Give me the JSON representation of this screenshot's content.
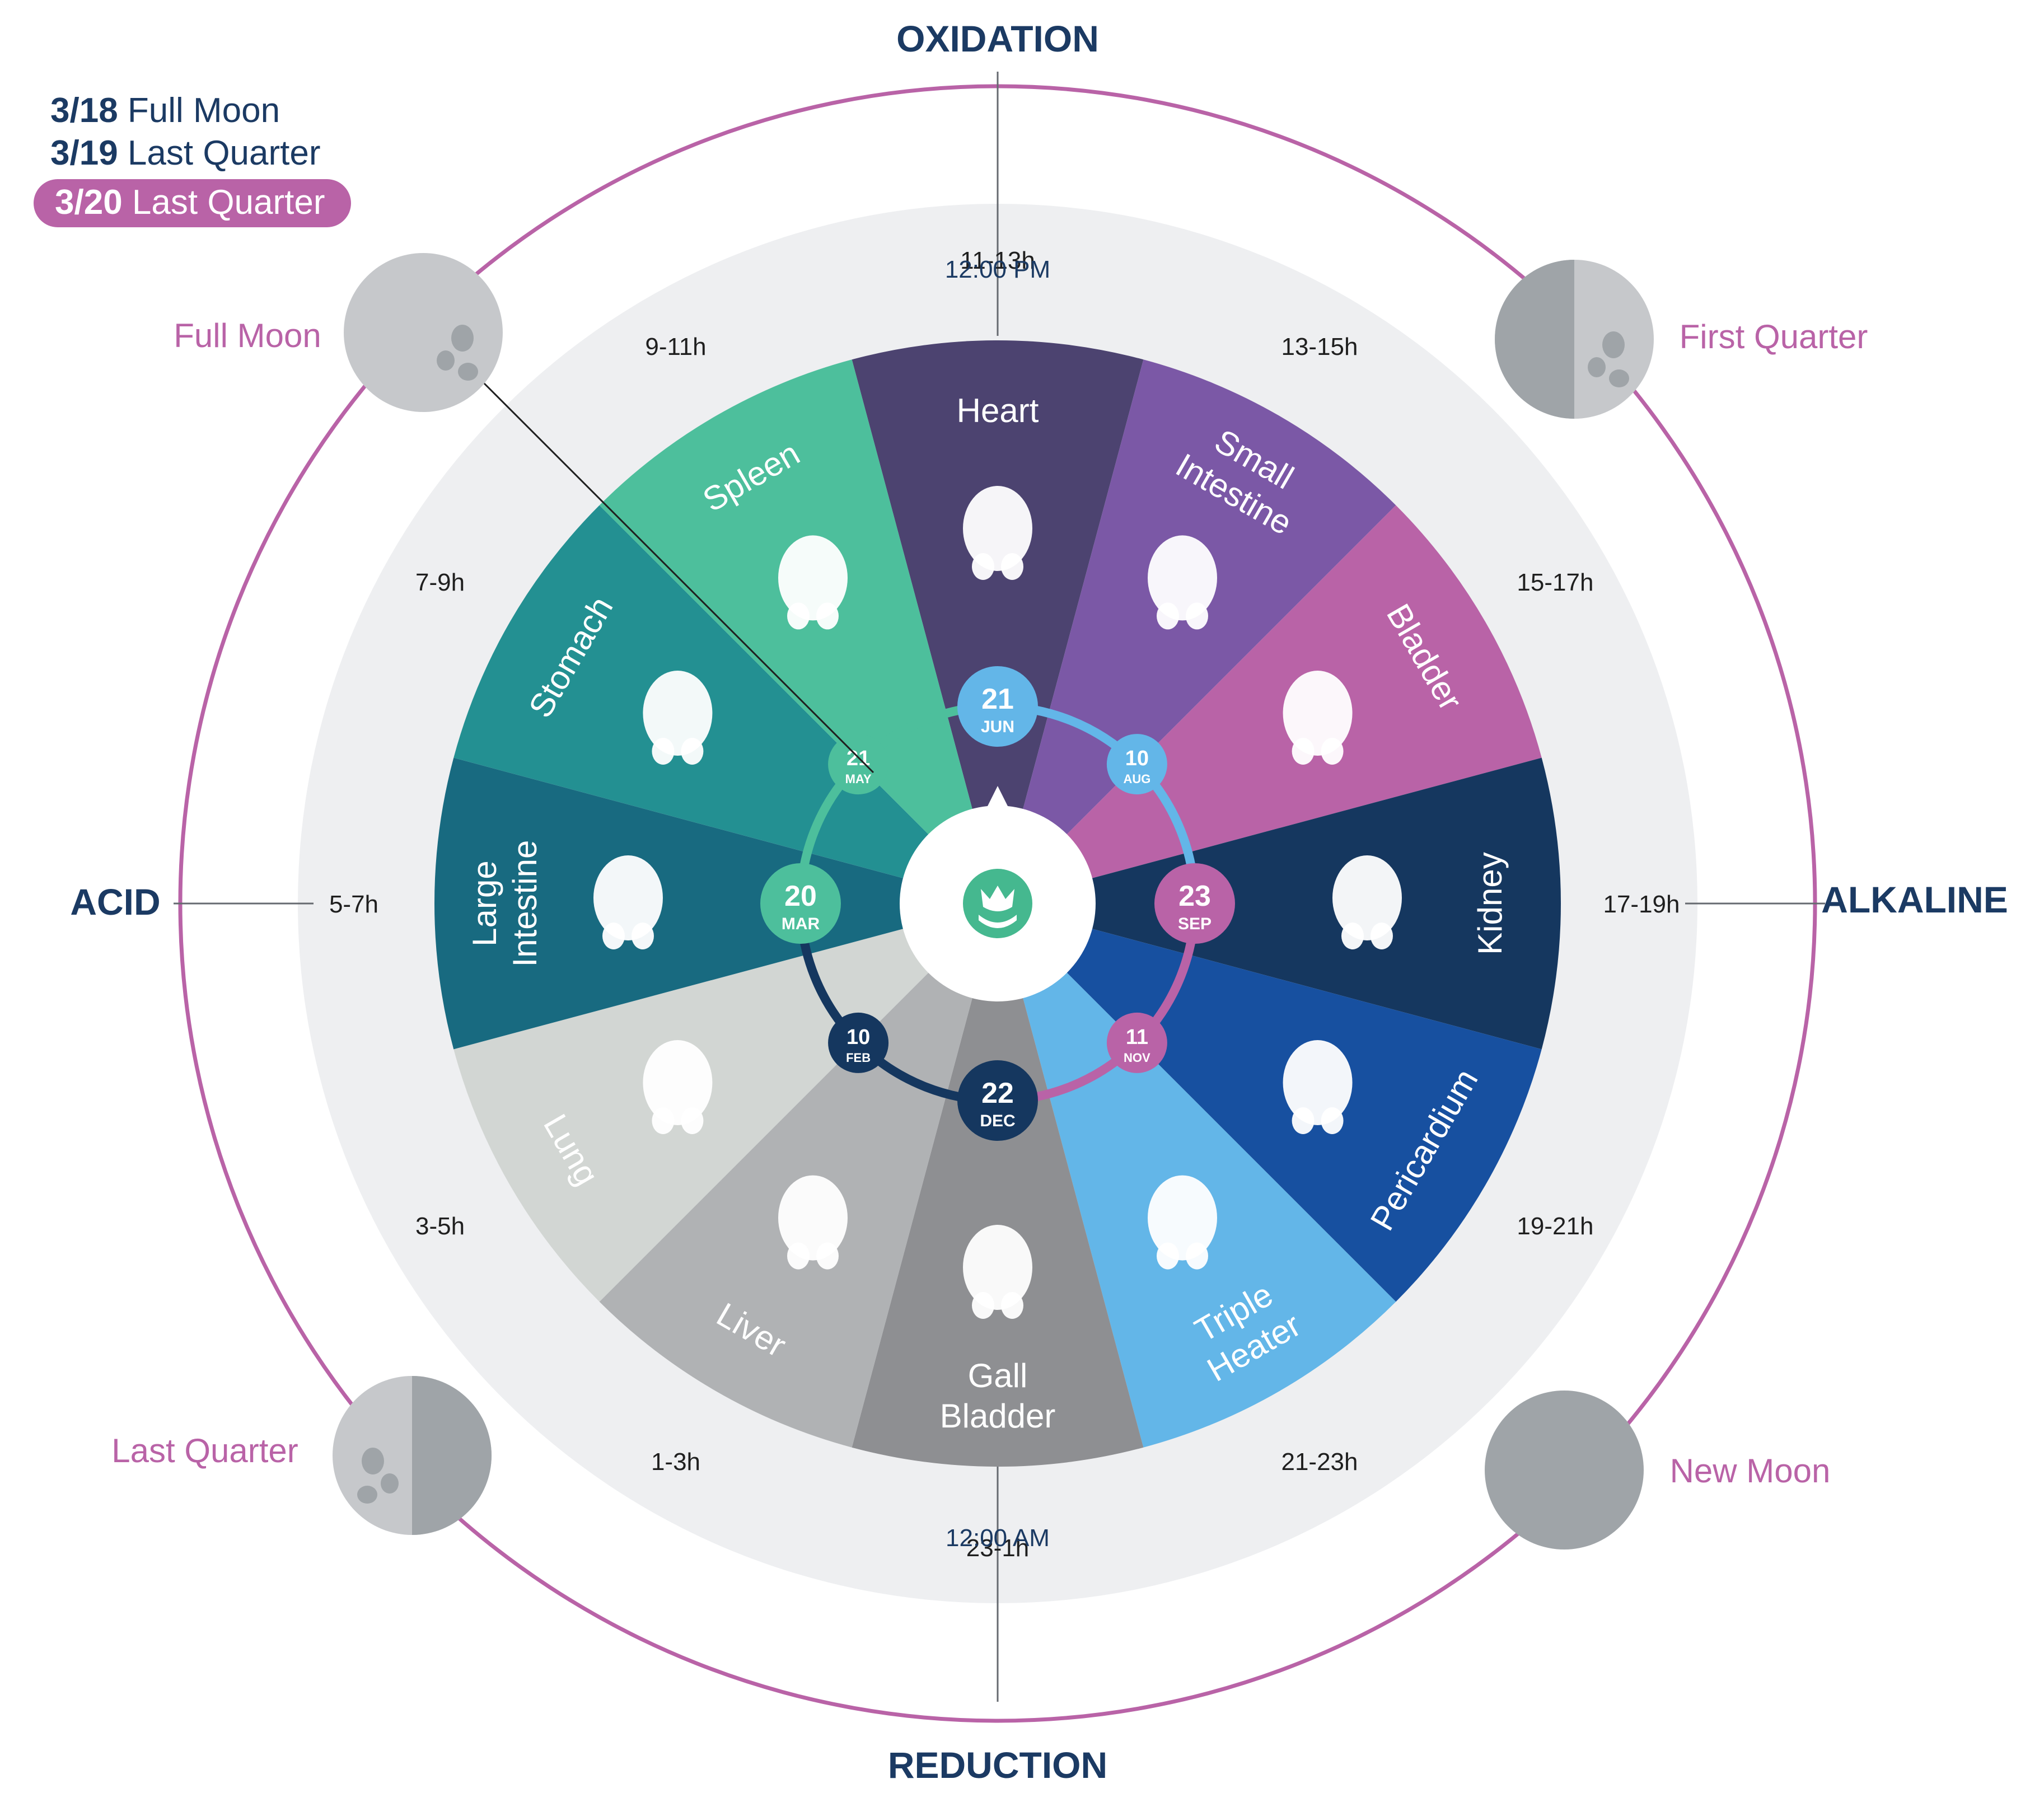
{
  "legend": {
    "entries": [
      {
        "date": "3/18",
        "label": "Full Moon",
        "active": false
      },
      {
        "date": "3/19",
        "label": "Last Quarter",
        "active": false
      },
      {
        "date": "3/20",
        "label": "Last Quarter",
        "active": true
      }
    ]
  },
  "axes": {
    "top": "OXIDATION",
    "bottom": "REDUCTION",
    "left": "ACID",
    "right": "ALKALINE"
  },
  "noon_label": "12:00 PM",
  "midnight_label": "12:00 AM",
  "moons": {
    "full": "Full Moon",
    "first_quarter": "First Quarter",
    "last_quarter": "Last Quarter",
    "new": "New Moon"
  },
  "organs": [
    {
      "name": "Heart",
      "hours": "11-13h",
      "color": "#4c4370",
      "icon": "heart-icon"
    },
    {
      "name": "Small Intestine",
      "hours": "13-15h",
      "color": "#7b58a6",
      "icon": "small-intestine-icon"
    },
    {
      "name": "Bladder",
      "hours": "15-17h",
      "color": "#b963a7",
      "icon": "bladder-icon"
    },
    {
      "name": "Kidney",
      "hours": "17-19h",
      "color": "#15375f",
      "icon": "kidney-icon"
    },
    {
      "name": "Pericardium",
      "hours": "19-21h",
      "color": "#1750a0",
      "icon": "human-torso-front-icon"
    },
    {
      "name": "Triple Heater",
      "hours": "21-23h",
      "color": "#63b6e8",
      "icon": "human-torso-back-icon"
    },
    {
      "name": "Gall Bladder",
      "hours": "23-1h",
      "color": "#8e8f92",
      "icon": "gall-bladder-icon"
    },
    {
      "name": "Liver",
      "hours": "1-3h",
      "color": "#b0b2b4",
      "icon": "liver-icon"
    },
    {
      "name": "Lung",
      "hours": "3-5h",
      "color": "#d2d6d3",
      "icon": "lungs-icon"
    },
    {
      "name": "Large Intestine",
      "hours": "5-7h",
      "color": "#186a80",
      "icon": "large-intestine-icon"
    },
    {
      "name": "Stomach",
      "hours": "7-9h",
      "color": "#239092",
      "icon": "stomach-icon"
    },
    {
      "name": "Spleen",
      "hours": "9-11h",
      "color": "#4dbf9c",
      "icon": "spleen-icon"
    }
  ],
  "seasons": [
    {
      "day": "21",
      "month": "JUN",
      "color": "#63b6e8",
      "major": true
    },
    {
      "day": "10",
      "month": "AUG",
      "color": "#63b6e8",
      "major": false
    },
    {
      "day": "23",
      "month": "SEP",
      "color": "#b963a7",
      "major": true
    },
    {
      "day": "11",
      "month": "NOV",
      "color": "#b963a7",
      "major": false
    },
    {
      "day": "22",
      "month": "DEC",
      "color": "#15375f",
      "major": true
    },
    {
      "day": "10",
      "month": "FEB",
      "color": "#15375f",
      "major": false
    },
    {
      "day": "20",
      "month": "MAR",
      "color": "#4dbf9c",
      "major": true
    },
    {
      "day": "21",
      "month": "MAY",
      "color": "#4dbf9c",
      "major": false
    }
  ],
  "colors": {
    "outer_ring": "#b963a7",
    "grey_band": "#eeeff1",
    "moon_light": "#c6c8cb",
    "moon_dark": "#9fa4a8",
    "axis_text": "#1b3a63",
    "center_logo": "#45b88f"
  }
}
